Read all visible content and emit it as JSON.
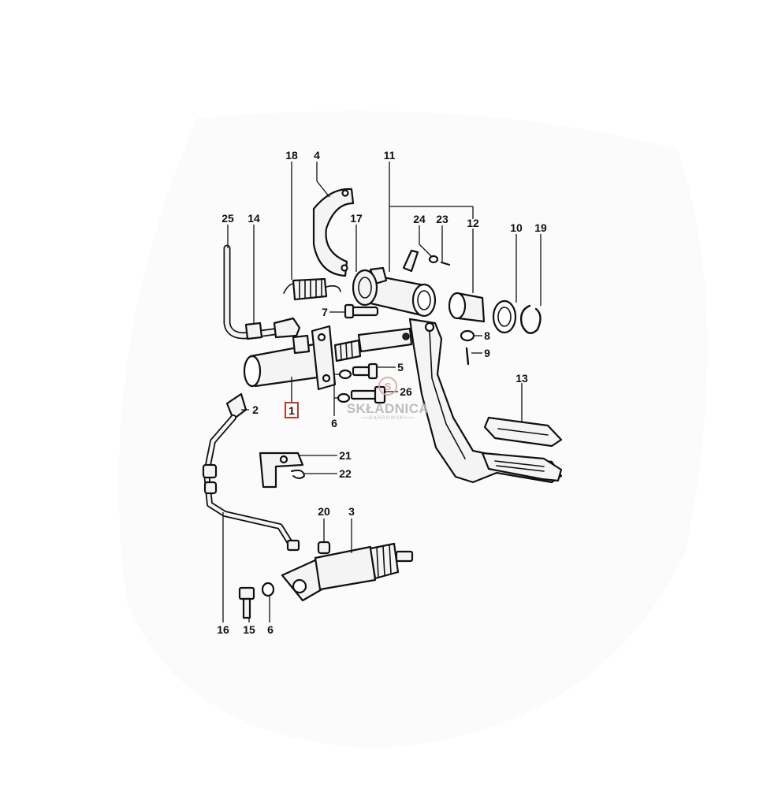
{
  "diagram": {
    "highlight_color": "#c0392b",
    "line_color": "#111111",
    "labels": {
      "l1": "1",
      "l2": "2",
      "l3": "3",
      "l4": "4",
      "l5": "5",
      "l6a": "6",
      "l6b": "6",
      "l7": "7",
      "l8": "8",
      "l9": "9",
      "l10": "10",
      "l11": "11",
      "l12": "12",
      "l13": "13",
      "l14": "14",
      "l15": "15",
      "l16": "16",
      "l17": "17",
      "l18": "18",
      "l19": "19",
      "l20": "20",
      "l21": "21",
      "l22": "22",
      "l23": "23",
      "l24": "24",
      "l25": "25",
      "l26": "26"
    }
  },
  "watermark": {
    "title": "SKŁADNICA",
    "subtitle": "DĄBROWSKI",
    "logo_icon": "skladnica-logo-icon"
  }
}
